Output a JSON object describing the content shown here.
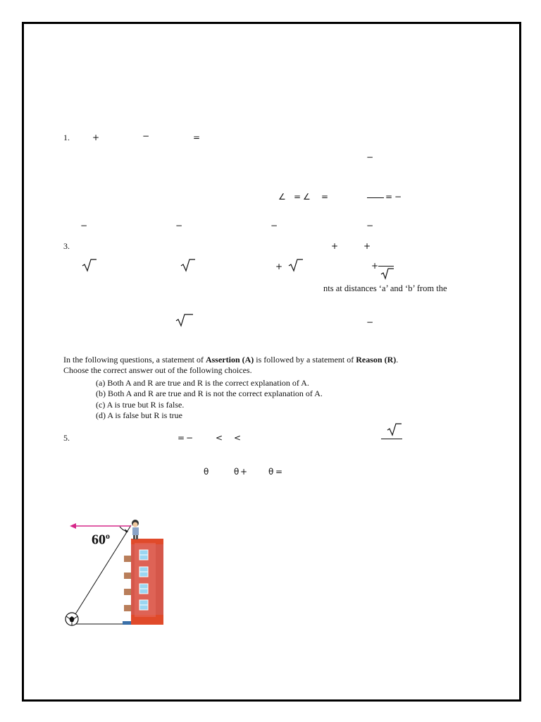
{
  "q1": {
    "number": "1.",
    "plus": "+",
    "minus": "−",
    "eq": "="
  },
  "row2": {
    "minus": "−"
  },
  "row3": {
    "angle1": "∠",
    "eq1": "=",
    "angle2": "∠",
    "eq2": "=",
    "eq3": "=",
    "minus": "−"
  },
  "row4": {
    "minus": "−"
  },
  "q3": {
    "number": "3.",
    "plus": "+",
    "sqrt": "√"
  },
  "partial_text": "nts at distances ‘a’ and ‘b’ from the",
  "row6": {
    "minus": "−"
  },
  "assertion": {
    "line1_pre": "In the following questions, a statement of ",
    "line1_b1": "Assertion (A)",
    "line1_mid": " is followed by a statement of ",
    "line1_b2": "Reason (R)",
    "line1_end": ".",
    "line2": "Choose the correct answer out of the following choices.",
    "choices": [
      "(a) Both A and R are true and R is the correct explanation of A.",
      "(b) Both A and R are true and R is not the correct explanation of A.",
      "(c) A is true but R is false.",
      "(d) A is false but R is true"
    ]
  },
  "q5": {
    "number": "5.",
    "eq": "=",
    "minus": "−",
    "lt": "<"
  },
  "theta_row": {
    "theta": "θ",
    "plus": "+",
    "eq": "="
  },
  "figure": {
    "angle_label": "60",
    "degree": "o"
  }
}
